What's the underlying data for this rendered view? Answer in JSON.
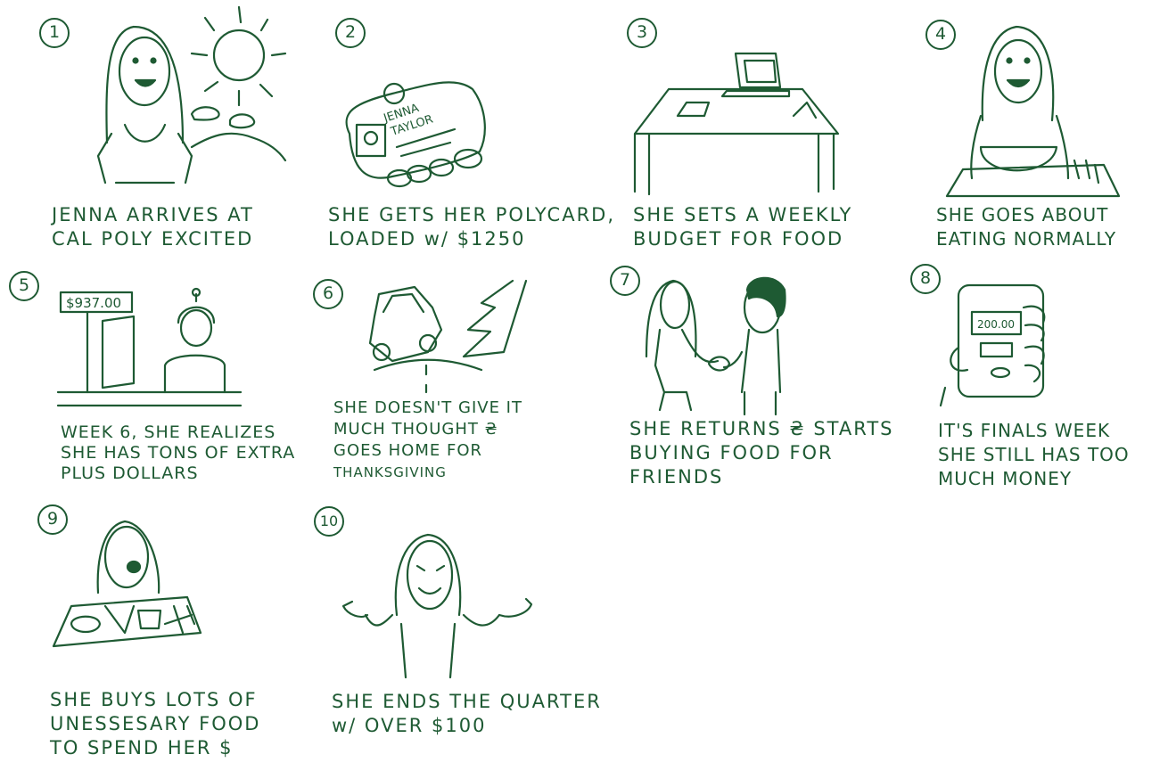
{
  "colors": {
    "ink": "#1e5a33",
    "paper": "#ffffff"
  },
  "panels": [
    {
      "number": "1",
      "lines": [
        "JENNA  ARRIVES  AT",
        "CAL  POLY  EXCITED"
      ]
    },
    {
      "number": "2",
      "card_name": [
        "JENNA",
        "TAYLOR"
      ],
      "lines": [
        "SHE  GETS  HER  POLYCARD,",
        "LOADED   w/   $1250"
      ]
    },
    {
      "number": "3",
      "lines": [
        "SHE  SETS   A  WEEKLY",
        "BUDGET   FOR  FOOD"
      ]
    },
    {
      "number": "4",
      "lines": [
        "SHE  GOES  ABOUT",
        "EATING  NORMALLY"
      ]
    },
    {
      "number": "5",
      "price_sign": "$937.00",
      "lines": [
        "WEEK  6, SHE  REALIZES",
        "SHE  HAS  TONS  OF  EXTRA",
        " PLUS  DOLLARS"
      ]
    },
    {
      "number": "6",
      "lines": [
        "SHE  DOESN'T GIVE  IT",
        "MUCH  THOUGHT  ₴",
        "GOES  HOME  FOR",
        "THANKSGIVING"
      ]
    },
    {
      "number": "7",
      "lines": [
        "SHE  RETURNS  ₴ STARTS",
        "BUYING  FOOD   FOR",
        " FRIENDS"
      ]
    },
    {
      "number": "8",
      "phone_screen": "200.00",
      "lines": [
        "IT'S  FINALS  WEEK",
        "SHE  STILL  HAS  TOO",
        "MUCH   MONEY"
      ]
    },
    {
      "number": "9",
      "lines": [
        "SHE  BUYS  LOTS  OF",
        "UNESSESARY  FOOD",
        "TO  SPEND  HER $"
      ]
    },
    {
      "number": "10",
      "lines": [
        "SHE  ENDS  THE  QUARTER",
        "w/   OVER   $100"
      ]
    }
  ]
}
